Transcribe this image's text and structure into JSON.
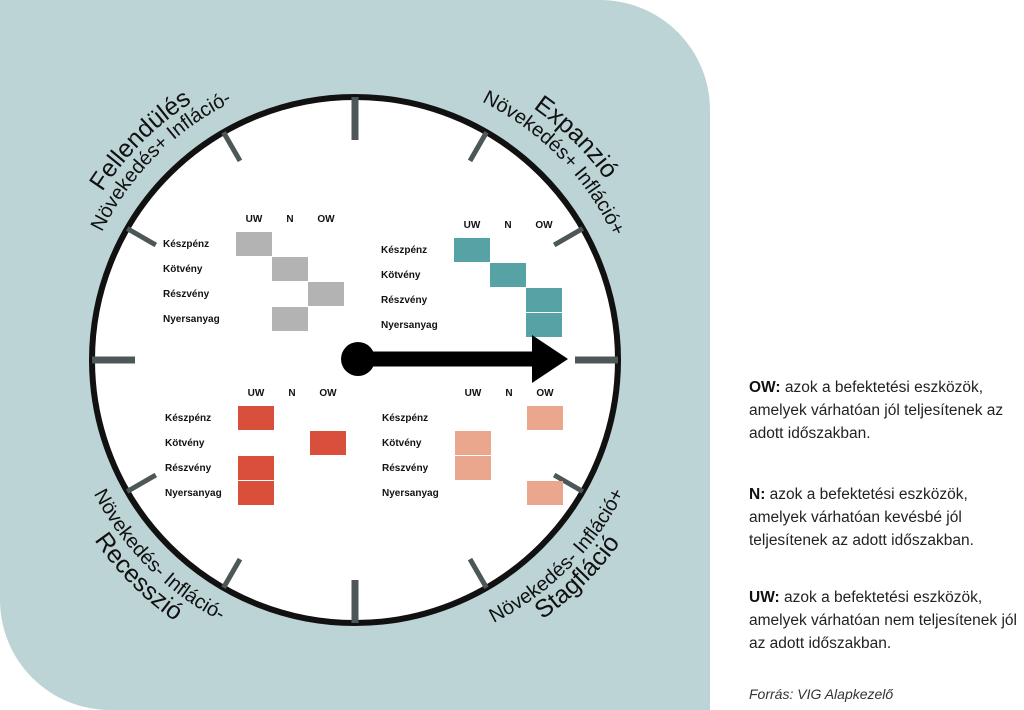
{
  "quadrants": [
    {
      "id": "q1",
      "title": "Fellendülés",
      "subtitle": "Növekedés+ Infláció-"
    },
    {
      "id": "q2",
      "title": "Expanzió",
      "subtitle": "Növekedés+ Infláció+"
    },
    {
      "id": "q3",
      "title": "Recesszió",
      "subtitle": "Növekedés- Infláció-"
    },
    {
      "id": "q4",
      "title": "Stagfláció",
      "subtitle": "Növekedés- Infláció+"
    }
  ],
  "matrices": [
    {
      "id": "fellendules",
      "color": "#b3b3b3",
      "headers": [
        "UW",
        "N",
        "OW"
      ],
      "rows": [
        "Készpénz",
        "Kötvény",
        "Részvény",
        "Nyersanyag"
      ],
      "cells": [
        {
          "row": 0,
          "col": 0
        },
        {
          "row": 1,
          "col": 1
        },
        {
          "row": 2,
          "col": 2
        },
        {
          "row": 3,
          "col": 1
        }
      ]
    },
    {
      "id": "expanzio",
      "color": "#57a2a5",
      "headers": [
        "UW",
        "N",
        "OW"
      ],
      "rows": [
        "Készpénz",
        "Kötvény",
        "Részvény",
        "Nyersanyag"
      ],
      "cells": [
        {
          "row": 0,
          "col": 0
        },
        {
          "row": 1,
          "col": 1
        },
        {
          "row": 2,
          "col": 2
        },
        {
          "row": 3,
          "col": 2
        }
      ]
    },
    {
      "id": "recesszio",
      "color": "#d94f3c",
      "headers": [
        "UW",
        "N",
        "OW"
      ],
      "rows": [
        "Készpénz",
        "Kötvény",
        "Részvény",
        "Nyersanyag"
      ],
      "cells": [
        {
          "row": 0,
          "col": 0
        },
        {
          "row": 1,
          "col": 2
        },
        {
          "row": 2,
          "col": 0
        },
        {
          "row": 3,
          "col": 0
        }
      ]
    },
    {
      "id": "stagflacio",
      "color": "#eba78d",
      "headers": [
        "UW",
        "N",
        "OW"
      ],
      "rows": [
        "Készpénz",
        "Kötvény",
        "Részvény",
        "Nyersanyag"
      ],
      "cells": [
        {
          "row": 0,
          "col": 2
        },
        {
          "row": 1,
          "col": 0
        },
        {
          "row": 2,
          "col": 0
        },
        {
          "row": 3,
          "col": 2
        }
      ]
    }
  ],
  "legend": {
    "ow_key": "OW:",
    "ow_text": "azok a befektetési eszközök, amelyek várhatóan jól teljesítenek az adott időszakban.",
    "n_key": "N:",
    "n_text": "azok a befektetési eszközök, amelyek várhatóan kevésbé jól teljesítenek az adott időszakban.",
    "uw_key": "UW:",
    "uw_text": "azok a befektetési eszközök, amelyek várhatóan nem teljesítenek jól az adott időszakban."
  },
  "source": "Forrás: VIG Alapkezelő",
  "colors": {
    "panel": "#bdd4d6",
    "ring": "#111111",
    "tick": "#4d5758",
    "arrow": "#000000"
  }
}
